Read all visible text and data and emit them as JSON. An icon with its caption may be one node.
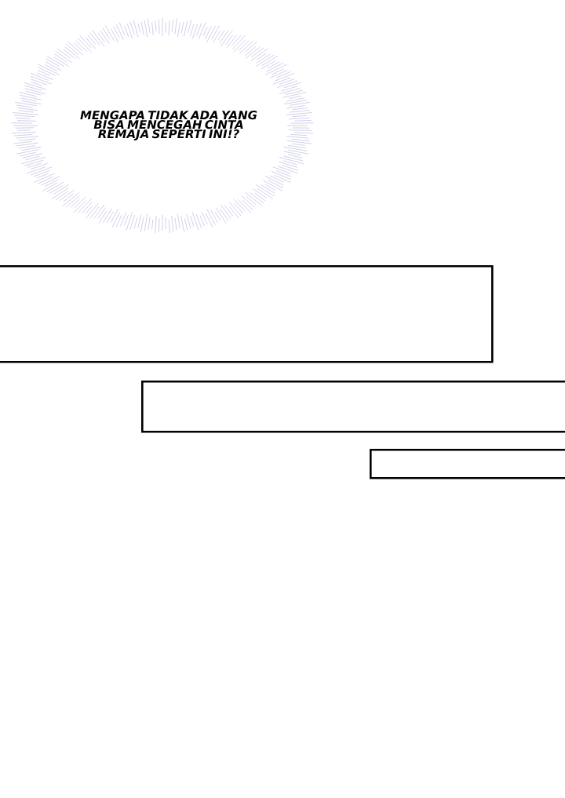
{
  "diagram": {
    "nodes": [
      {
        "text": [
          "MENGAPA TIDAK ADA YANG BISA MENCEGAH CINTA REMAJA SEPERTI INI!?"
        ]
      },
      {
        "text": [],
        "shape": "box"
      },
      {
        "text": [],
        "shape": "box"
      },
      {
        "text": [],
        "shape": "box"
      }
    ]
  }
}
